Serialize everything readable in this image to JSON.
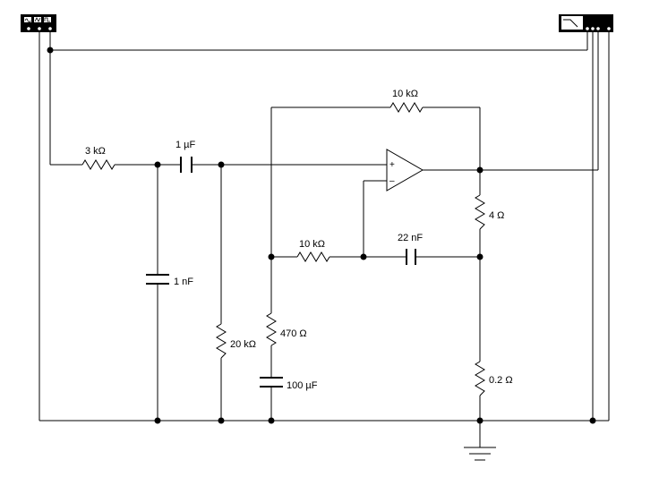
{
  "components": {
    "r_input": {
      "label": "3 kΩ"
    },
    "c_coupling": {
      "label": "1 µF"
    },
    "c_filter": {
      "label": "1 nF"
    },
    "r_bias": {
      "label": "20 kΩ"
    },
    "r_feedback": {
      "label": "10 kΩ"
    },
    "r_gain": {
      "label": "10 kΩ"
    },
    "c_comp": {
      "label": "22 nF"
    },
    "r_emitter": {
      "label": "470 Ω"
    },
    "c_bypass": {
      "label": "100 µF"
    },
    "r_load": {
      "label": "4 Ω"
    },
    "r_sense": {
      "label": "0.2 Ω"
    }
  },
  "opamp": {
    "plus": "+",
    "minus": "–"
  },
  "instruments": {
    "function_generator": {
      "icon": "function-generator-icon"
    },
    "oscilloscope": {
      "icon": "oscilloscope-icon"
    }
  }
}
